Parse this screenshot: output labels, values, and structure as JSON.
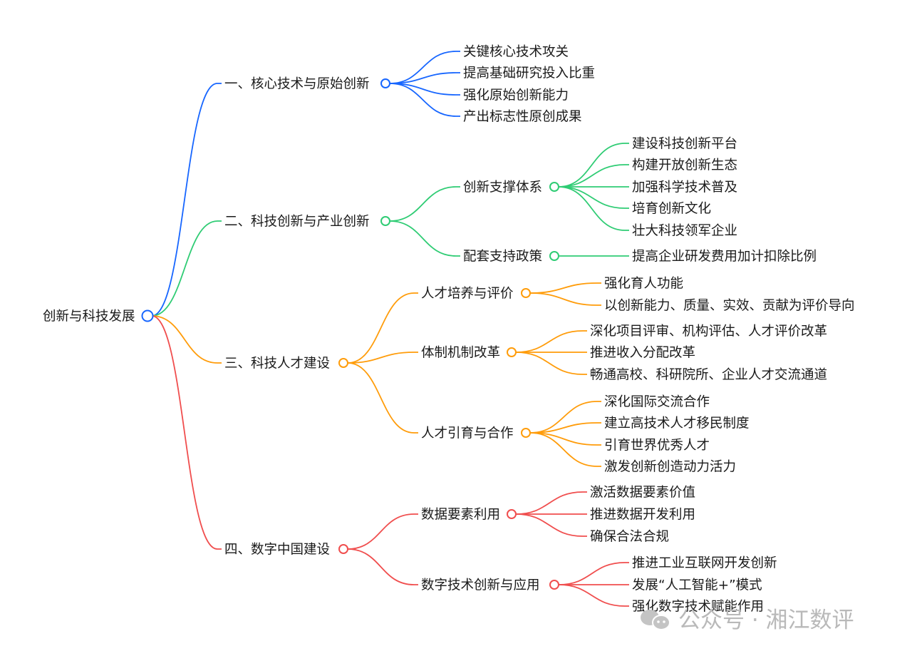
{
  "root": {
    "label": "创新与科技发展"
  },
  "branches": [
    {
      "label": "一、核心技术与原始创新",
      "color": "#1766ff",
      "children": [
        {
          "label": "关键核心技术攻关"
        },
        {
          "label": "提高基础研究投入比重"
        },
        {
          "label": "强化原始创新能力"
        },
        {
          "label": "产出标志性原创成果"
        }
      ]
    },
    {
      "label": "二、科技创新与产业创新",
      "color": "#2fcc74",
      "children": [
        {
          "label": "创新支撑体系",
          "children": [
            {
              "label": "建设科技创新平台"
            },
            {
              "label": "构建开放创新生态"
            },
            {
              "label": "加强科学技术普及"
            },
            {
              "label": "培育创新文化"
            },
            {
              "label": "壮大科技领军企业"
            }
          ]
        },
        {
          "label": "配套支持政策",
          "children": [
            {
              "label": "提高企业研发费用加计扣除比例"
            }
          ]
        }
      ]
    },
    {
      "label": "三、科技人才建设",
      "color": "#ff9c0a",
      "children": [
        {
          "label": "人才培养与评价",
          "children": [
            {
              "label": "强化育人功能"
            },
            {
              "label": "以创新能力、质量、实效、贡献为评价导向"
            }
          ]
        },
        {
          "label": "体制机制改革",
          "children": [
            {
              "label": "深化项目评审、机构评估、人才评价改革"
            },
            {
              "label": "推进收入分配改革"
            },
            {
              "label": "畅通高校、科研院所、企业人才交流通道"
            }
          ]
        },
        {
          "label": "人才引育与合作",
          "children": [
            {
              "label": "深化国际交流合作"
            },
            {
              "label": "建立高技术人才移民制度"
            },
            {
              "label": "引育世界优秀人才"
            },
            {
              "label": "激发创新创造动力活力"
            }
          ]
        }
      ]
    },
    {
      "label": "四、数字中国建设",
      "color": "#f04e4e",
      "children": [
        {
          "label": "数据要素利用",
          "children": [
            {
              "label": "激活数据要素价值"
            },
            {
              "label": "推进数据开发利用"
            },
            {
              "label": "确保合法合规"
            }
          ]
        },
        {
          "label": "数字技术创新与应用",
          "children": [
            {
              "label": "推进工业互联网开发创新"
            },
            {
              "label": "发展“人工智能+”模式"
            },
            {
              "label": "强化数字技术赋能作用"
            }
          ]
        }
      ]
    }
  ],
  "watermark": "公众号 · 湘江数评"
}
